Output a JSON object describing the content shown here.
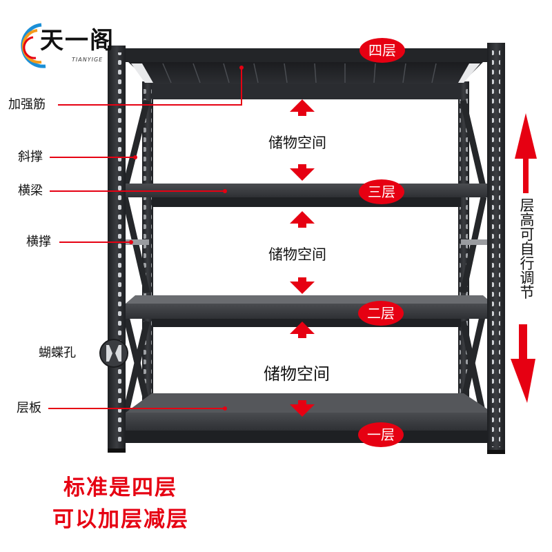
{
  "brand": {
    "name_cn": "天一阁",
    "name_en": "TIANYIGE"
  },
  "parts": {
    "rib": "加强筋",
    "diagonal_brace": "斜撑",
    "beam": "横梁",
    "cross_brace": "横撑",
    "butterfly_hole": "蝴蝶孔",
    "shelf_board": "层板"
  },
  "levels": {
    "level_4": "四层",
    "level_3": "三层",
    "level_2": "二层",
    "level_1": "一层"
  },
  "storage": {
    "space_top": "储物空间",
    "space_middle": "储物空间",
    "space_bottom": "储物空间"
  },
  "adjust_note": [
    "层",
    "高",
    "可",
    "自",
    "行",
    "调",
    "节"
  ],
  "slogan": {
    "line1": "标准是四层",
    "line2": "可以加层减层"
  },
  "colors": {
    "accent_red": "#e60012",
    "rack_dark": "#2b2d30",
    "shelf_top": "#3a3c40"
  }
}
